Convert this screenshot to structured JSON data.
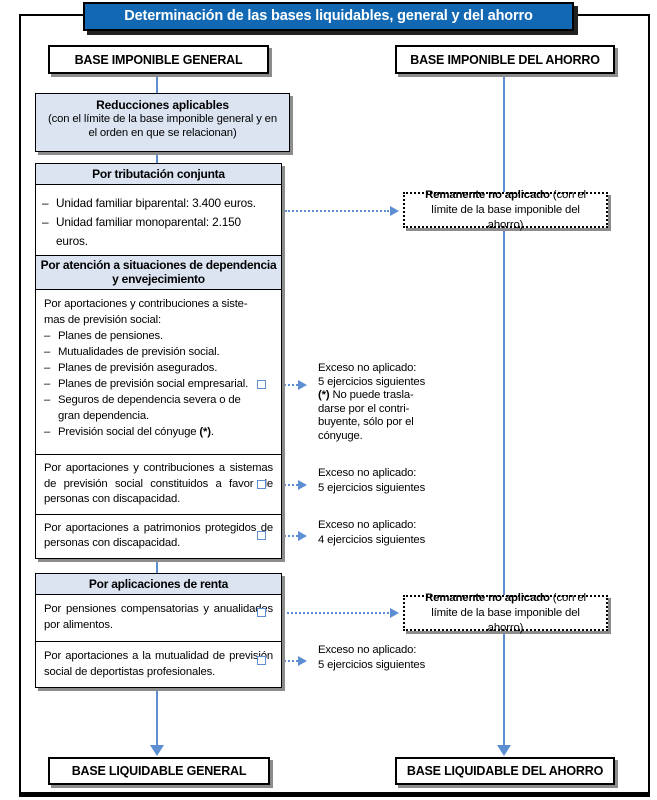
{
  "title": "Determinación de las bases liquidables, general y del ahorro",
  "colors": {
    "title_bar_blue": "#1268b2",
    "section_header_fill": "#dce4f2",
    "connector_blue": "#5d8ed2",
    "shadow": "#8c8c8c"
  },
  "dash": "–",
  "top_boxes": {
    "left": "BASE IMPONIBLE GENERAL",
    "right": "BASE IMPONIBLE DEL AHORRO"
  },
  "bottom_boxes": {
    "left": "BASE LIQUIDABLE GENERAL",
    "right": "BASE LIQUIDABLE DEL AHORRO"
  },
  "reducciones": {
    "title": "Reducciones aplicables",
    "subtitle": [
      "(con el límite de la base imponible general y en",
      "el orden en que se relacionan)"
    ]
  },
  "conjunta": {
    "header": "Por tributación conjunta",
    "items": [
      "Unidad familiar biparental: 3.400 euros.",
      "Unidad familiar monoparental: 2.150 euros."
    ]
  },
  "remanente1": {
    "bold": "Remanente no aplicado",
    "rest": " (con el límite de la base imponible del ahorro)"
  },
  "remanente2": {
    "bold": "Remanente no aplicado",
    "rest": " (con el límite de la base imponible del ahorro)"
  },
  "dependencia": {
    "header": "Por atención a situaciones de dependencia y envejecimiento",
    "s1_intro": [
      "Por aportaciones y contribuciones a siste-",
      "mas de previsión social:"
    ],
    "s1_items": [
      "Planes de pensiones.",
      "Mutualidades de previsión social.",
      "Planes de previsión asegurados.",
      "Planes de previsión social empresarial.",
      [
        "Seguros de dependencia severa o de",
        "gran dependencia."
      ]
    ],
    "s1_last": {
      "text": "Previsión social del cónyuge ",
      "star": "(*)",
      "dot": "."
    },
    "s2": "Por aportaciones y contribuciones a sistemas de previsión social constituidos a favor de personas con discapacidad.",
    "s3": "Por aportaciones a patrimonios protegidos de personas con discapacidad."
  },
  "renta": {
    "header": "Por aplicaciones de renta",
    "s1": "Por pensiones compensatorias y anualidades por alimentos.",
    "s2": "Por aportaciones a la mutualidad de previ­sión social de deportistas profesionales."
  },
  "annotations": {
    "a1": {
      "l1": "Exceso no aplicado:",
      "l2": "5 ejercicios siguientes",
      "star": "(*)",
      "l3": " No puede trasla-",
      "l4": "darse por el contri-",
      "l5": "buyente, sólo por el",
      "l6": "cónyuge."
    },
    "a2": [
      "Exceso no aplicado:",
      "5 ejercicios siguientes"
    ],
    "a3": [
      "Exceso no aplicado:",
      "4 ejercicios siguientes"
    ],
    "a4": [
      "Exceso no aplicado:",
      "5 ejercicios siguientes"
    ]
  }
}
